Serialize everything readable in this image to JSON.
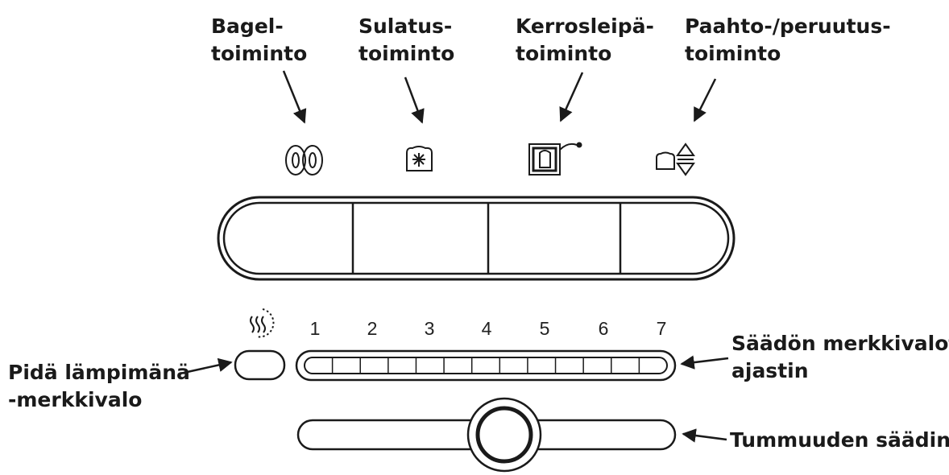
{
  "callouts": {
    "bagel": [
      "Bagel-",
      "toiminto"
    ],
    "defrost": [
      "Sulatus-",
      "toiminto"
    ],
    "sandwich": [
      "Kerrosleipä-",
      "toiminto"
    ],
    "toast_cancel": [
      "Paahto-/peruutus-",
      "toiminto"
    ],
    "keep_warm": [
      "Pidä lämpimänä",
      "-merkkivalo"
    ],
    "setting_lights": [
      "Säädön merkkivalot/",
      "ajastin"
    ],
    "browning_control": [
      "Tummuuden säädin"
    ]
  },
  "scale_numbers": [
    "1",
    "2",
    "3",
    "4",
    "5",
    "6",
    "7"
  ],
  "icons": [
    "bagel-icon",
    "defrost-icon",
    "sandwich-icon",
    "toast-cancel-icon",
    "keep-warm-icon"
  ],
  "colors": {
    "line": "#1a1a1a",
    "background": "#ffffff"
  }
}
